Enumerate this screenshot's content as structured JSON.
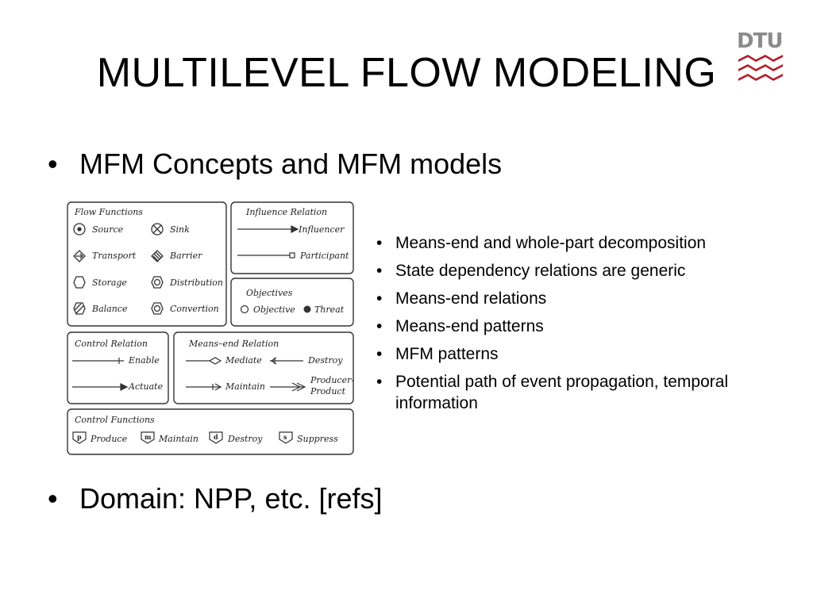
{
  "title": "MULTILEVEL FLOW MODELING",
  "logo": {
    "text": "DTU",
    "color": "#b0202a"
  },
  "bullets": [
    {
      "text": "MFM Concepts and MFM models"
    },
    {
      "text": "Domain: NPP, etc. [refs]"
    }
  ],
  "sub_bullets": [
    "Means-end  and whole-part decomposition",
    "State dependency relations are generic",
    "Means-end relations",
    "Means-end patterns",
    "MFM patterns",
    "Potential path of event propagation, temporal information"
  ],
  "diagram": {
    "flow_functions": {
      "title": "Flow Functions",
      "items": [
        "Source",
        "Sink",
        "Transport",
        "Barrier",
        "Storage",
        "Distribution",
        "Balance",
        "Convertion"
      ]
    },
    "influence_relation": {
      "title": "Influence Relation",
      "items": [
        "Influencer",
        "Participant"
      ]
    },
    "objectives": {
      "title": "Objectives",
      "items": [
        "Objective",
        "Threat"
      ]
    },
    "control_relation": {
      "title": "Control Relation",
      "items": [
        "Enable",
        "Actuate"
      ]
    },
    "means_end_relation": {
      "title": "Means–end Relation",
      "items": [
        "Mediate",
        "Destroy",
        "Maintain",
        "Producer-",
        "Product"
      ]
    },
    "control_functions": {
      "title": "Control Functions",
      "items": [
        "Produce",
        "Maintain",
        "Destroy",
        "Suppress"
      ],
      "letters": [
        "p",
        "m",
        "d",
        "s"
      ]
    }
  }
}
